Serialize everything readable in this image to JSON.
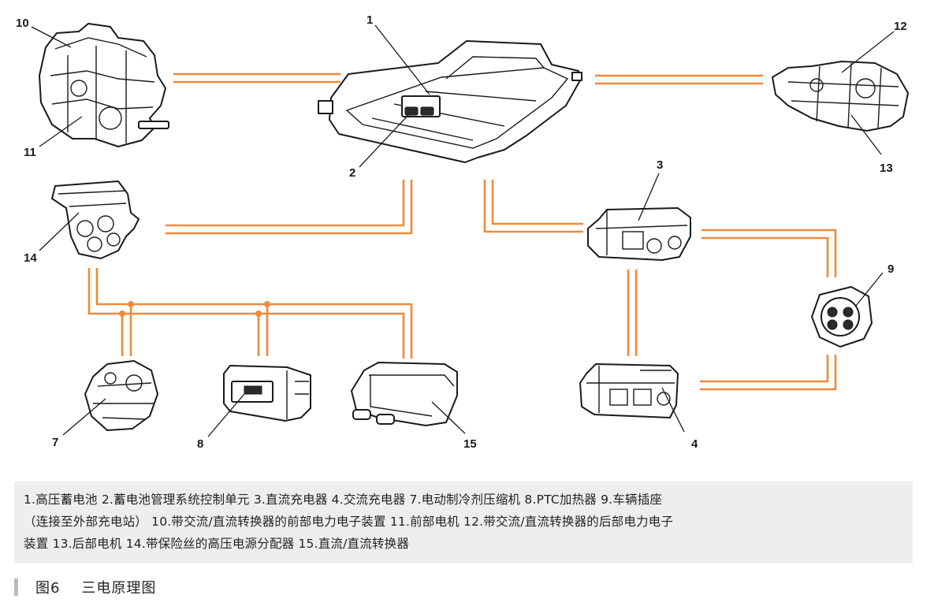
{
  "diagram": {
    "component_numbers": {
      "n1": "1",
      "n2": "2",
      "n3": "3",
      "n4": "4",
      "n7": "7",
      "n8": "8",
      "n9": "9",
      "n10": "10",
      "n11": "11",
      "n12": "12",
      "n13": "13",
      "n14": "14",
      "n15": "15"
    },
    "wire_color": "#f08a3c"
  },
  "caption": {
    "line1": "1.高压蓄电池  2.蓄电池管理系统控制单元  3.直流充电器  4.交流充电器  7.电动制冷剂压缩机  8.PTC加热器  9.车辆插座",
    "line2": "（连接至外部充电站）  10.带交流/直流转换器的前部电力电子装置  11.前部电机  12.带交流/直流转换器的后部电力电子",
    "line3": "装置  13.后部电机  14.带保险丝的高压电源分配器  15.直流/直流转换器"
  },
  "figure_title": "图6    三电原理图"
}
